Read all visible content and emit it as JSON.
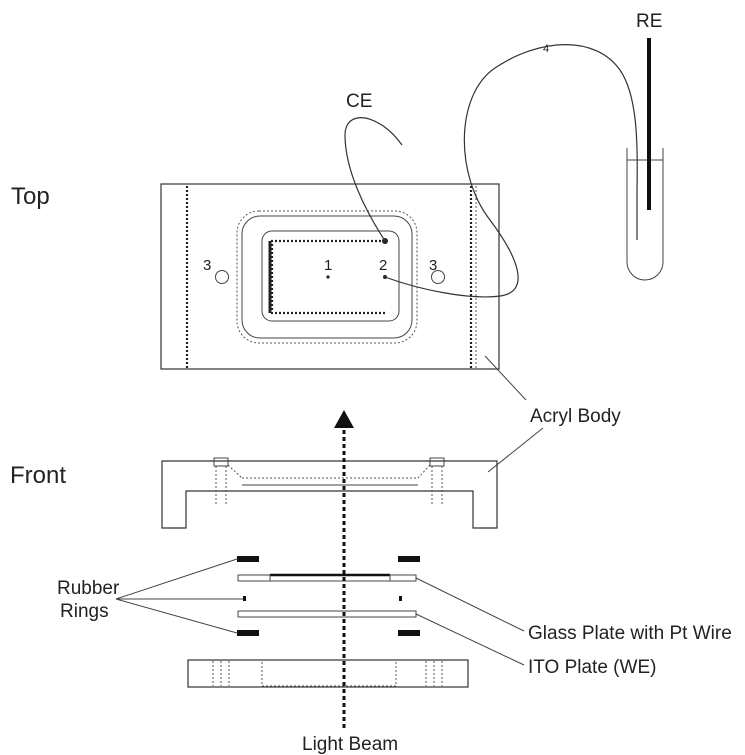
{
  "labels": {
    "top_view": "Top",
    "front_view": "Front",
    "re": "RE",
    "ce": "CE",
    "wire_4": "4",
    "point_1": "1",
    "point_2": "2",
    "point_3_left": "3",
    "point_3_right": "3",
    "acryl_body": "Acryl Body",
    "rubber_rings_line1": "Rubber",
    "rubber_rings_line2": "Rings",
    "glass_plate": "Glass Plate with Pt Wire",
    "ito_plate": "ITO Plate (WE)",
    "light_beam": "Light Beam"
  }
}
